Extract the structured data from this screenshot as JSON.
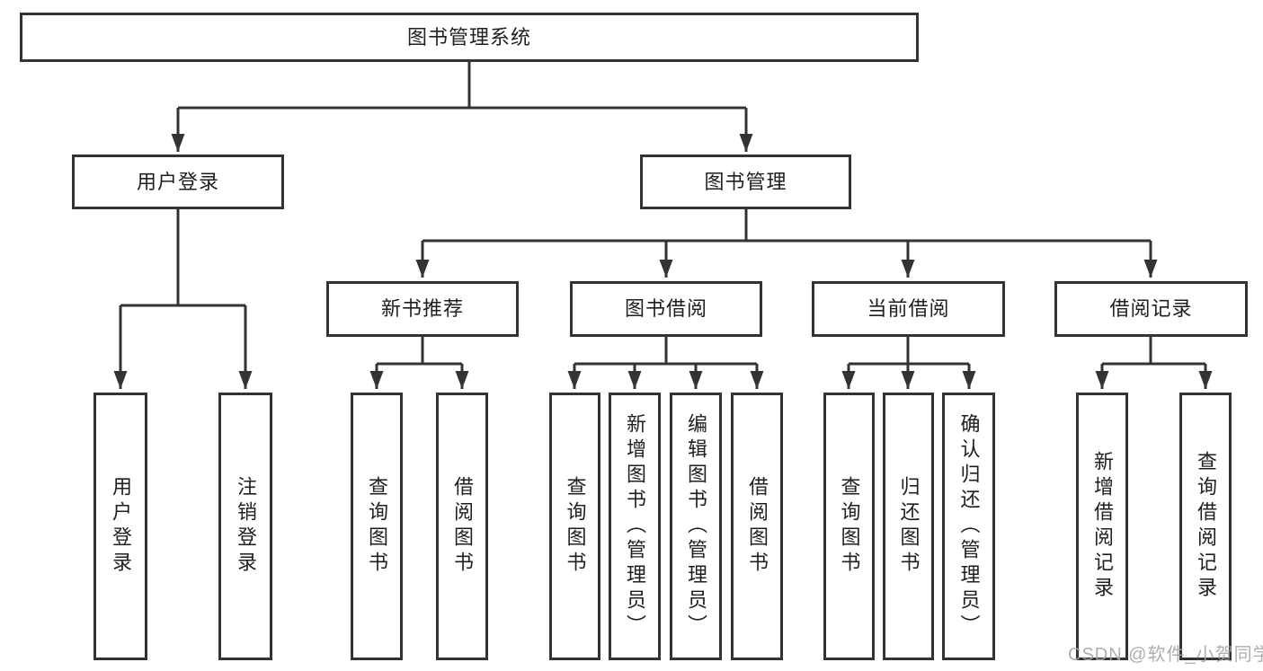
{
  "diagram": {
    "root": "图书管理系统",
    "level1": {
      "user_login": "用户登录",
      "book_management": "图书管理"
    },
    "level2": {
      "new_book_recommend": "新书推荐",
      "book_borrowing": "图书借阅",
      "current_borrowing": "当前借阅",
      "borrowing_records": "借阅记录"
    },
    "user_login_children": [
      "用户登录",
      "注销登录"
    ],
    "new_book_children": [
      "查询图书",
      "借阅图书"
    ],
    "book_borrowing_children": [
      "查询图书",
      "新增图书（管理员）",
      "编辑图书（管理员）",
      "借阅图书"
    ],
    "current_borrowing_children": [
      "查询图书",
      "归还图书",
      "确认归还（管理员）"
    ],
    "borrowing_records_children": [
      "新增借阅记录",
      "查询借阅记录"
    ]
  },
  "watermark": "CSDN @软件_小贺同学",
  "colors": {
    "line": "#333333",
    "text": "#1f1f1f",
    "watermark": "#a5a5a5",
    "background": "#ffffff"
  }
}
